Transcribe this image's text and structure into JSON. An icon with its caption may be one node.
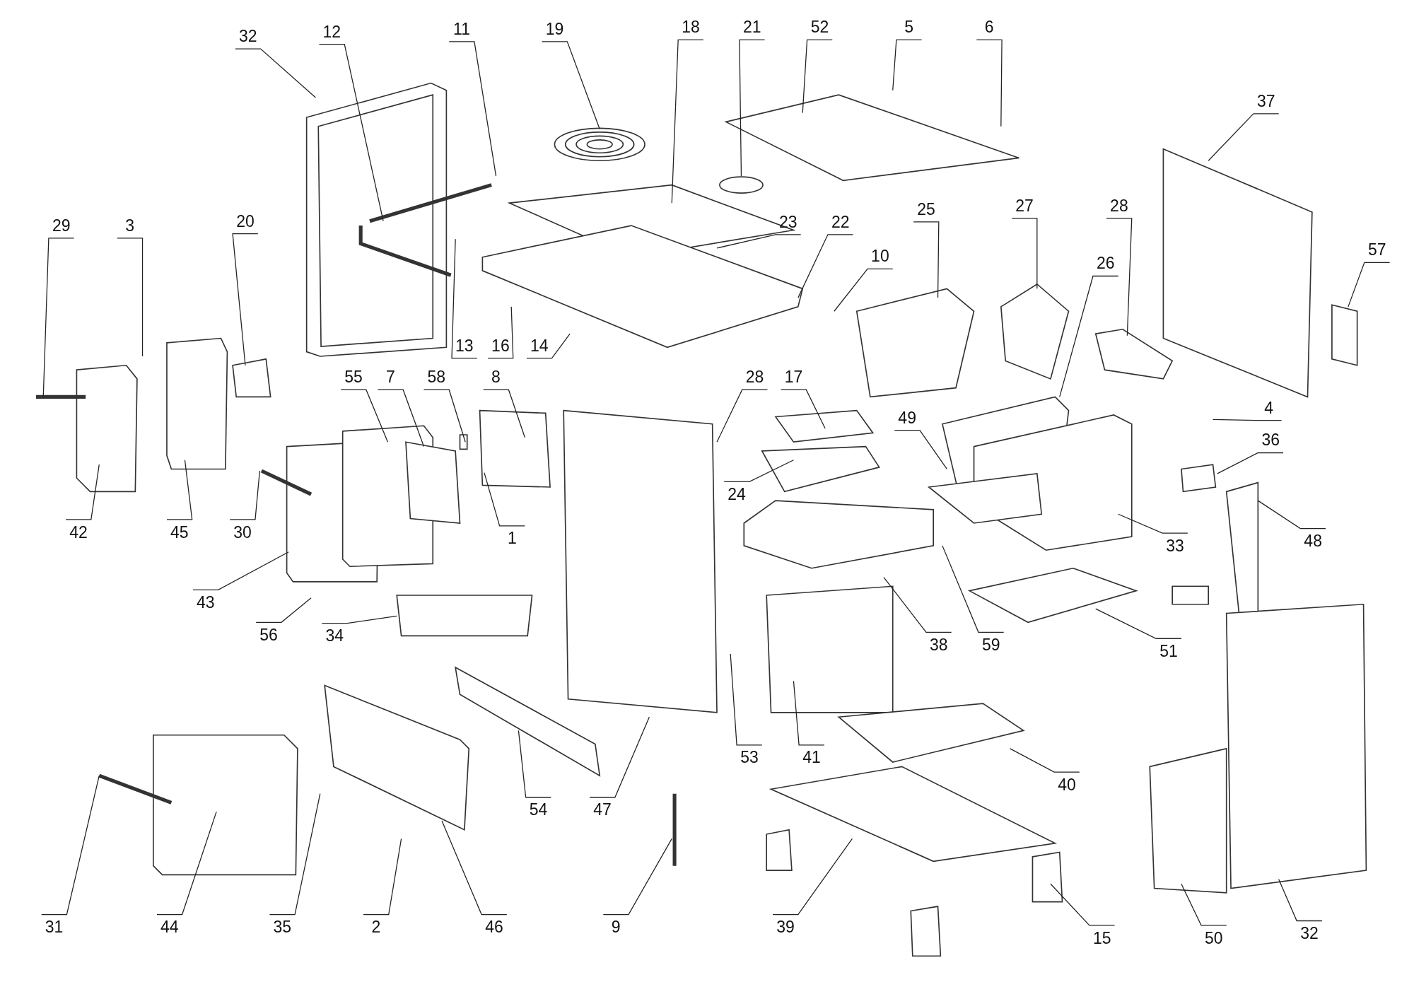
{
  "diagram": {
    "nodes": [
      {
        "text": [
          "32"
        ]
      },
      {
        "text": [
          "12"
        ]
      },
      {
        "text": [
          "11"
        ]
      },
      {
        "text": [
          "19"
        ]
      },
      {
        "text": [
          "18"
        ]
      },
      {
        "text": [
          "21"
        ]
      },
      {
        "text": [
          "52"
        ]
      },
      {
        "text": [
          "5"
        ]
      },
      {
        "text": [
          "6"
        ]
      },
      {
        "text": [
          "37"
        ]
      },
      {
        "text": [
          "29"
        ]
      },
      {
        "text": [
          "3"
        ]
      },
      {
        "text": [
          "20"
        ]
      },
      {
        "text": [
          "13"
        ]
      },
      {
        "text": [
          "16"
        ]
      },
      {
        "text": [
          "14"
        ]
      },
      {
        "text": [
          "23"
        ]
      },
      {
        "text": [
          "22"
        ]
      },
      {
        "text": [
          "10"
        ]
      },
      {
        "text": [
          "25"
        ]
      },
      {
        "text": [
          "27"
        ]
      },
      {
        "text": [
          "28"
        ]
      },
      {
        "text": [
          "26"
        ]
      },
      {
        "text": [
          "57"
        ]
      },
      {
        "text": [
          "55"
        ]
      },
      {
        "text": [
          "7"
        ]
      },
      {
        "text": [
          "58"
        ]
      },
      {
        "text": [
          "8"
        ]
      },
      {
        "text": [
          "28"
        ]
      },
      {
        "text": [
          "17"
        ]
      },
      {
        "text": [
          "4"
        ]
      },
      {
        "text": [
          "49"
        ]
      },
      {
        "text": [
          "36"
        ]
      },
      {
        "text": [
          "24"
        ]
      },
      {
        "text": [
          "1"
        ]
      },
      {
        "text": [
          "42"
        ]
      },
      {
        "text": [
          "45"
        ]
      },
      {
        "text": [
          "30"
        ]
      },
      {
        "text": [
          "33"
        ]
      },
      {
        "text": [
          "48"
        ]
      },
      {
        "text": [
          "43"
        ]
      },
      {
        "text": [
          "56"
        ]
      },
      {
        "text": [
          "34"
        ]
      },
      {
        "text": [
          "38"
        ]
      },
      {
        "text": [
          "59"
        ]
      },
      {
        "text": [
          "51"
        ]
      },
      {
        "text": [
          "53"
        ]
      },
      {
        "text": [
          "41"
        ]
      },
      {
        "text": [
          "47"
        ]
      },
      {
        "text": [
          "54"
        ]
      },
      {
        "text": [
          "40"
        ]
      },
      {
        "text": [
          "31"
        ]
      },
      {
        "text": [
          "44"
        ]
      },
      {
        "text": [
          "35"
        ]
      },
      {
        "text": [
          "2"
        ]
      },
      {
        "text": [
          "46"
        ]
      },
      {
        "text": [
          "9"
        ]
      },
      {
        "text": [
          "39"
        ]
      },
      {
        "text": [
          "15"
        ]
      },
      {
        "text": [
          "50"
        ]
      },
      {
        "text": [
          "32"
        ]
      }
    ],
    "edges": [
      {
        "from": 0,
        "to": null,
        "arrow": "none"
      },
      {
        "from": 1,
        "to": null,
        "arrow": "none"
      },
      {
        "from": 2,
        "to": null,
        "arrow": "none"
      },
      {
        "from": 3,
        "to": null,
        "arrow": "none"
      },
      {
        "from": 4,
        "to": null,
        "arrow": "none"
      },
      {
        "from": 5,
        "to": null,
        "arrow": "none"
      },
      {
        "from": 6,
        "to": null,
        "arrow": "none"
      },
      {
        "from": 7,
        "to": null,
        "arrow": "none"
      },
      {
        "from": 8,
        "to": null,
        "arrow": "none"
      },
      {
        "from": 9,
        "to": null,
        "arrow": "none"
      },
      {
        "from": 10,
        "to": null,
        "arrow": "none"
      },
      {
        "from": 11,
        "to": null,
        "arrow": "none"
      },
      {
        "from": 12,
        "to": null,
        "arrow": "none"
      },
      {
        "from": 13,
        "to": null,
        "arrow": "none"
      },
      {
        "from": 14,
        "to": null,
        "arrow": "none"
      },
      {
        "from": 15,
        "to": null,
        "arrow": "none"
      },
      {
        "from": 16,
        "to": null,
        "arrow": "none"
      },
      {
        "from": 17,
        "to": null,
        "arrow": "none"
      },
      {
        "from": 18,
        "to": null,
        "arrow": "none"
      },
      {
        "from": 19,
        "to": null,
        "arrow": "none"
      },
      {
        "from": 20,
        "to": null,
        "arrow": "none"
      },
      {
        "from": 21,
        "to": null,
        "arrow": "none"
      },
      {
        "from": 22,
        "to": null,
        "arrow": "none"
      },
      {
        "from": 23,
        "to": null,
        "arrow": "none"
      },
      {
        "from": 24,
        "to": null,
        "arrow": "none"
      },
      {
        "from": 25,
        "to": null,
        "arrow": "none"
      },
      {
        "from": 26,
        "to": null,
        "arrow": "none"
      },
      {
        "from": 27,
        "to": null,
        "arrow": "none"
      },
      {
        "from": 28,
        "to": null,
        "arrow": "none"
      },
      {
        "from": 29,
        "to": null,
        "arrow": "none"
      },
      {
        "from": 30,
        "to": null,
        "arrow": "none"
      },
      {
        "from": 31,
        "to": null,
        "arrow": "none"
      },
      {
        "from": 32,
        "to": null,
        "arrow": "none"
      },
      {
        "from": 33,
        "to": null,
        "arrow": "none"
      },
      {
        "from": 34,
        "to": null,
        "arrow": "none"
      },
      {
        "from": 35,
        "to": null,
        "arrow": "none"
      },
      {
        "from": 36,
        "to": null,
        "arrow": "none"
      },
      {
        "from": 37,
        "to": null,
        "arrow": "none"
      },
      {
        "from": 38,
        "to": null,
        "arrow": "none"
      },
      {
        "from": 39,
        "to": null,
        "arrow": "none"
      },
      {
        "from": 40,
        "to": null,
        "arrow": "none"
      },
      {
        "from": 41,
        "to": null,
        "arrow": "none"
      },
      {
        "from": 42,
        "to": null,
        "arrow": "none"
      },
      {
        "from": 43,
        "to": null,
        "arrow": "none"
      },
      {
        "from": 44,
        "to": null,
        "arrow": "none"
      },
      {
        "from": 45,
        "to": null,
        "arrow": "none"
      },
      {
        "from": 46,
        "to": null,
        "arrow": "none"
      },
      {
        "from": 47,
        "to": null,
        "arrow": "none"
      },
      {
        "from": 48,
        "to": null,
        "arrow": "none"
      },
      {
        "from": 49,
        "to": null,
        "arrow": "none"
      },
      {
        "from": 50,
        "to": null,
        "arrow": "none"
      },
      {
        "from": 51,
        "to": null,
        "arrow": "none"
      },
      {
        "from": 52,
        "to": null,
        "arrow": "none"
      },
      {
        "from": 53,
        "to": null,
        "arrow": "none"
      },
      {
        "from": 54,
        "to": null,
        "arrow": "none"
      },
      {
        "from": 55,
        "to": null,
        "arrow": "none"
      },
      {
        "from": 56,
        "to": null,
        "arrow": "none"
      },
      {
        "from": 57,
        "to": null,
        "arrow": "none"
      },
      {
        "from": 58,
        "to": null,
        "arrow": "none"
      },
      {
        "from": 59,
        "to": null,
        "arrow": "none"
      },
      {
        "from": 60,
        "to": null,
        "arrow": "none"
      }
    ]
  }
}
